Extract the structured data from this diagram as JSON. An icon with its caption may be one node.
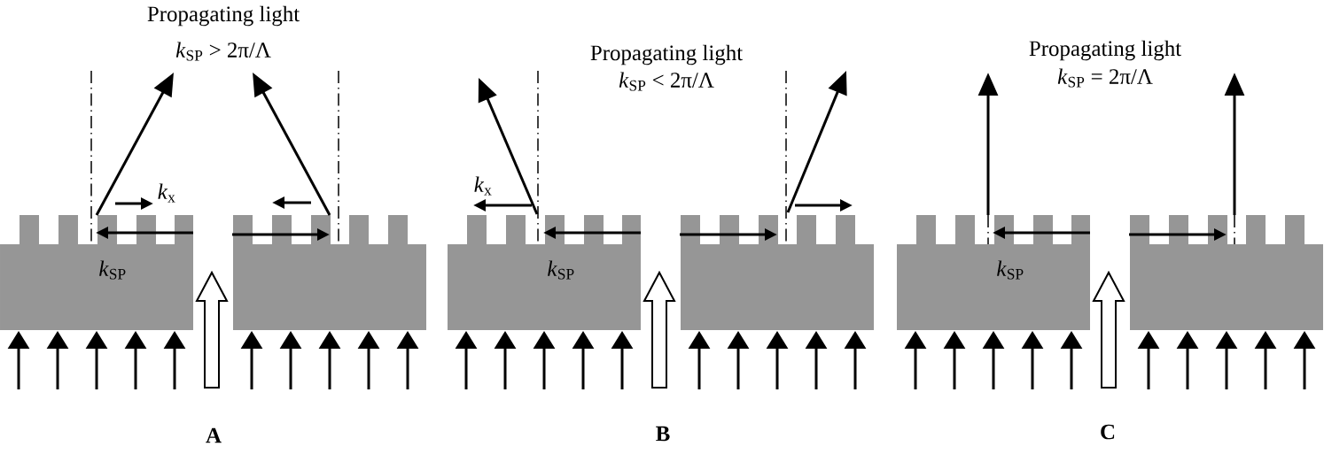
{
  "diagram": {
    "labels": [
      "Propagating light",
      "*k*$_{SP}$ > 2π/Λ",
      "*k*$_{x}$",
      "*k*$_{SP}$",
      "A",
      "Propagating light",
      "*k*$_{SP}$ < 2π/Λ",
      "*k*$_{x}$",
      "*k*$_{SP}$",
      "B",
      "Propagating light",
      "*k*$_{SP}$ = 2π/Λ",
      "*k*$_{SP}$",
      "C"
    ]
  }
}
